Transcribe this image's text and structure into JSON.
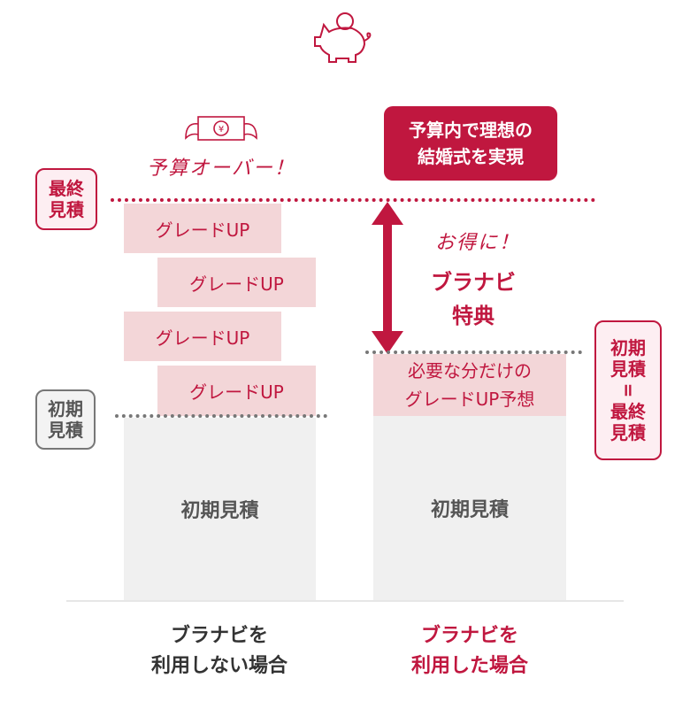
{
  "header": {
    "icon": "piggy-bank-icon"
  },
  "left": {
    "icon": "flying-money-icon",
    "over_text": "予算オーバー！",
    "final_bubble": [
      "最終",
      "見積"
    ],
    "grades": [
      "グレードUP",
      "グレードUP",
      "グレードUP",
      "グレードUP"
    ],
    "initial_bubble": [
      "初期",
      "見積"
    ],
    "base_label": "初期見積",
    "caption": [
      "ブラナビを",
      "利用しない場合"
    ]
  },
  "right": {
    "goal_box": [
      "予算内で理想の",
      "結婚式を実現"
    ],
    "otoku": "お得に！",
    "benefit": [
      "ブラナビ",
      "特典"
    ],
    "grade_box": [
      "必要な分だけの",
      "グレードUP予想"
    ],
    "bubble": [
      "初期",
      "見積",
      "=",
      "最終",
      "見積"
    ],
    "base_label": "初期見積",
    "caption": [
      "ブラナビを",
      "利用した場合"
    ]
  },
  "colors": {
    "accent": "#c0173f",
    "pink": "#f3d6d8",
    "gray": "#f0f0f0"
  }
}
